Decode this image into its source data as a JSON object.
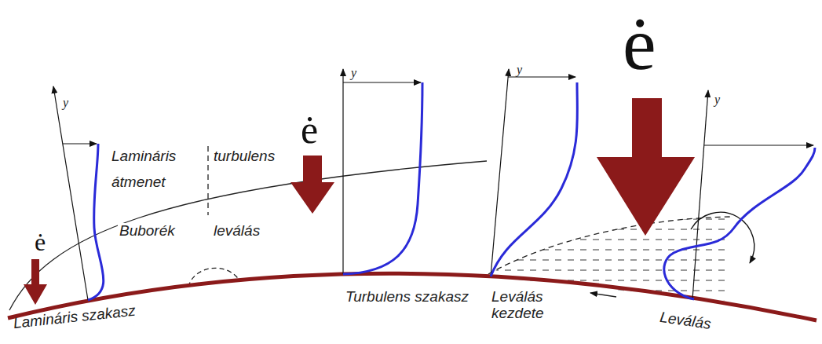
{
  "diagram": {
    "labels": [
      "ė",
      "ė",
      "ė",
      "y",
      "y",
      "y",
      "y",
      "Lamináris",
      "turbulens",
      "átmenet",
      "Buborék",
      "leválás",
      "Lamináris szakasz",
      "Turbulens szakasz",
      "Leválás kezdete",
      "Leválás"
    ]
  }
}
